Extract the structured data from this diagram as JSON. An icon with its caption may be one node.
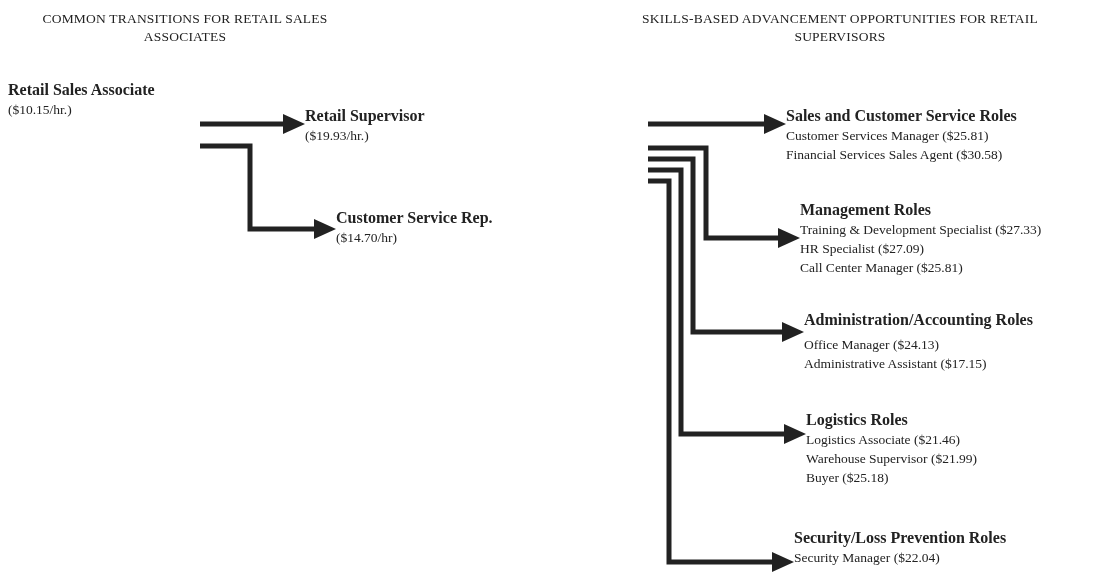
{
  "diagram": {
    "nodes": [
      {
        "text": [
          "Retail Sales Associate",
          "($10.15/hr.)"
        ]
      },
      {
        "text": [
          "Retail Supervisor",
          "($19.93/hr.)"
        ]
      },
      {
        "text": [
          "Customer Service Rep.",
          "($14.70/hr)"
        ]
      },
      {
        "text": [
          "Sales and Customer Service Roles",
          "Customer Services Manager ($25.81)",
          "Financial Services Sales Agent ($30.58)"
        ]
      },
      {
        "text": [
          "Management Roles",
          "Training & Development Specialist ($27.33)",
          "HR Specialist ($27.09)",
          "Call Center Manager ($25.81)"
        ]
      },
      {
        "text": [
          "Administration/Accounting Roles",
          "Office Manager ($24.13)",
          "Administrative Assistant ($17.15)"
        ]
      },
      {
        "text": [
          "Logistics Roles",
          "Logistics Associate ($21.46)",
          "Warehouse Supervisor ($21.99)",
          "Buyer ($25.18)"
        ]
      },
      {
        "text": [
          "Security/Loss Prevention Roles",
          "Security Manager ($22.04)"
        ]
      }
    ],
    "edges": [
      {
        "from": 0,
        "to": 1,
        "arrow": "to"
      },
      {
        "from": 0,
        "to": 2,
        "arrow": "to"
      },
      {
        "from": null,
        "to": 3,
        "arrow": "to"
      },
      {
        "from": null,
        "to": 4,
        "arrow": "to"
      },
      {
        "from": null,
        "to": 5,
        "arrow": "to"
      },
      {
        "from": null,
        "to": 6,
        "arrow": "to"
      },
      {
        "from": null,
        "to": 7,
        "arrow": "to"
      }
    ],
    "labels": [
      "COMMON TRANSITIONS FOR RETAIL SALES ASSOCIATES",
      "SKILLS-BASED ADVANCEMENT OPPORTUNITIES FOR RETAIL SUPERVISORS"
    ]
  }
}
